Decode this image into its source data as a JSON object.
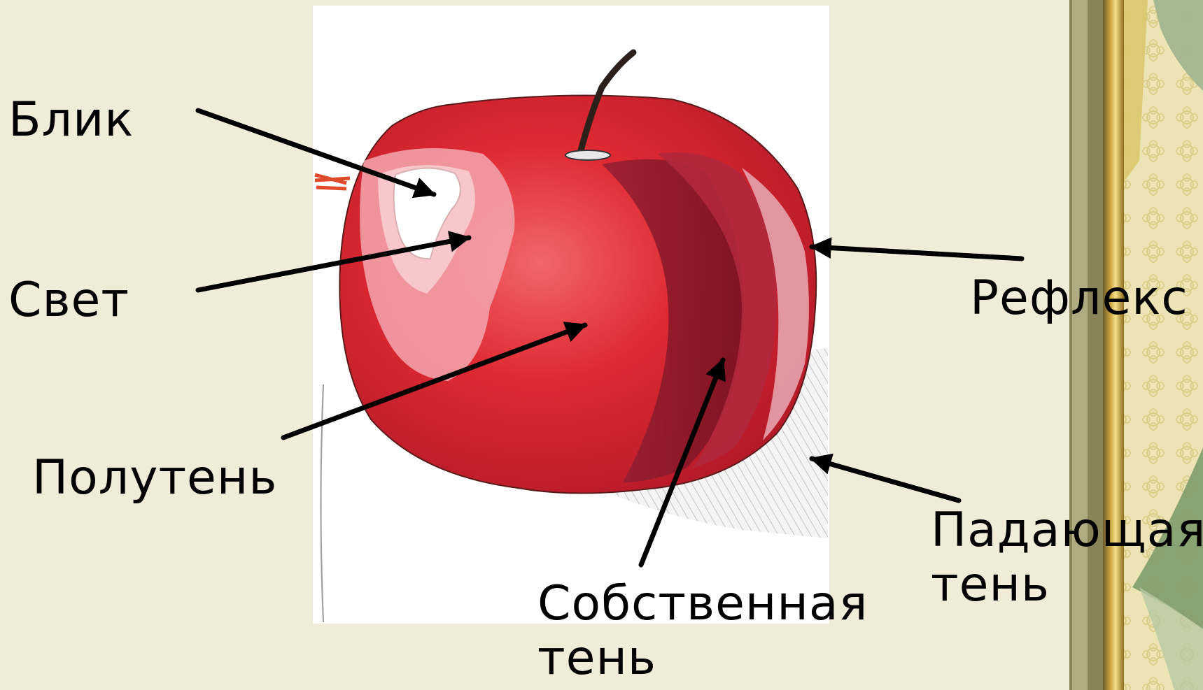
{
  "labels": {
    "highlight": "Блик",
    "light": "Свет",
    "halftone": "Полутень",
    "own_shadow": [
      "Собственная",
      "тень"
    ],
    "reflex": "Рефлекс",
    "cast_shadow": [
      "Падающая",
      "тень"
    ]
  },
  "colors": {
    "background": "#f1ecd9",
    "apple_red": "#d8202a",
    "apple_dark": "#8a1524",
    "arrow": "#000000"
  }
}
